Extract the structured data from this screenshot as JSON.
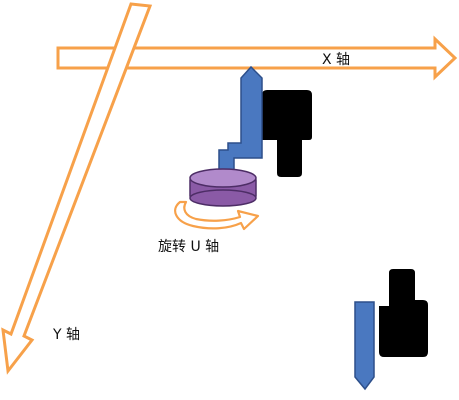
{
  "labels": {
    "x_axis": "X 轴",
    "y_axis": "Y 轴",
    "rotate_u": "旋转 U 轴"
  },
  "colors": {
    "axis_stroke": "#f7a14a",
    "axis_fill": "#ffffff",
    "tool_fill": "#4a78c0",
    "tool_stroke": "#2d4f8a",
    "head_fill": "#000000",
    "rotary_fill": "#8a5aa6",
    "rotary_stroke": "#4d2d66",
    "rotary_top": "#b18acb",
    "text": "#111111"
  },
  "icons": {
    "x_axis": "right-arrow-outline",
    "y_axis": "down-left-arrow-outline",
    "rotation": "curved-rotation-arrow"
  }
}
